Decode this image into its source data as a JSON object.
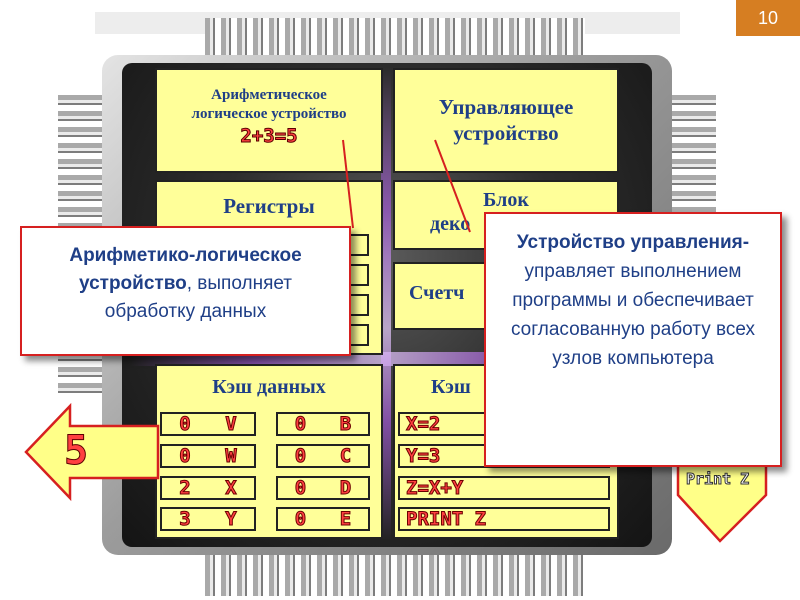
{
  "slide_number": "10",
  "chip": {
    "alu_block": {
      "title_line1": "Арифметическое",
      "title_line2": "логическое устройство",
      "example": "2+3=5"
    },
    "control_block": {
      "title_line1": "Управляющее",
      "title_line2": "устройство"
    },
    "registers_block": {
      "title": "Регистры"
    },
    "decoder_block": {
      "title_line1": "Блок",
      "title_line2": "деко"
    },
    "counter_block": {
      "title": "Счетч"
    },
    "data_cache": {
      "title": "Кэш данных",
      "rows": [
        {
          "addr": "0",
          "val": "V",
          "addr2": "0",
          "val2": "B"
        },
        {
          "addr": "0",
          "val": "W",
          "addr2": "0",
          "val2": "C"
        },
        {
          "addr": "2",
          "val": "X",
          "addr2": "0",
          "val2": "D"
        },
        {
          "addr": "3",
          "val": "Y",
          "addr2": "0",
          "val2": "E"
        }
      ]
    },
    "command_cache": {
      "title": "Кэш",
      "lines": [
        "X=2",
        "Y=3",
        "Z=X+Y",
        "PRINT Z"
      ]
    }
  },
  "left_arrow": {
    "label": "5"
  },
  "right_arrow": {
    "label": "Print Z"
  },
  "callout_alu": {
    "bold": "Арифметико-логическое устройство",
    "rest": ", выполняет обработку данных"
  },
  "callout_control": {
    "bold": "Устройство управления-",
    "rest": " управляет выполнением программы и обеспечивает согласованную работу всех узлов компьютера"
  },
  "colors": {
    "block_fill": "#ffff99",
    "title_text": "#1f3f87",
    "retro_text": "#ff4040",
    "callout_border": "#d62020",
    "slide_number_bg": "#d67e22",
    "arrow_fill": "#ffff88"
  }
}
